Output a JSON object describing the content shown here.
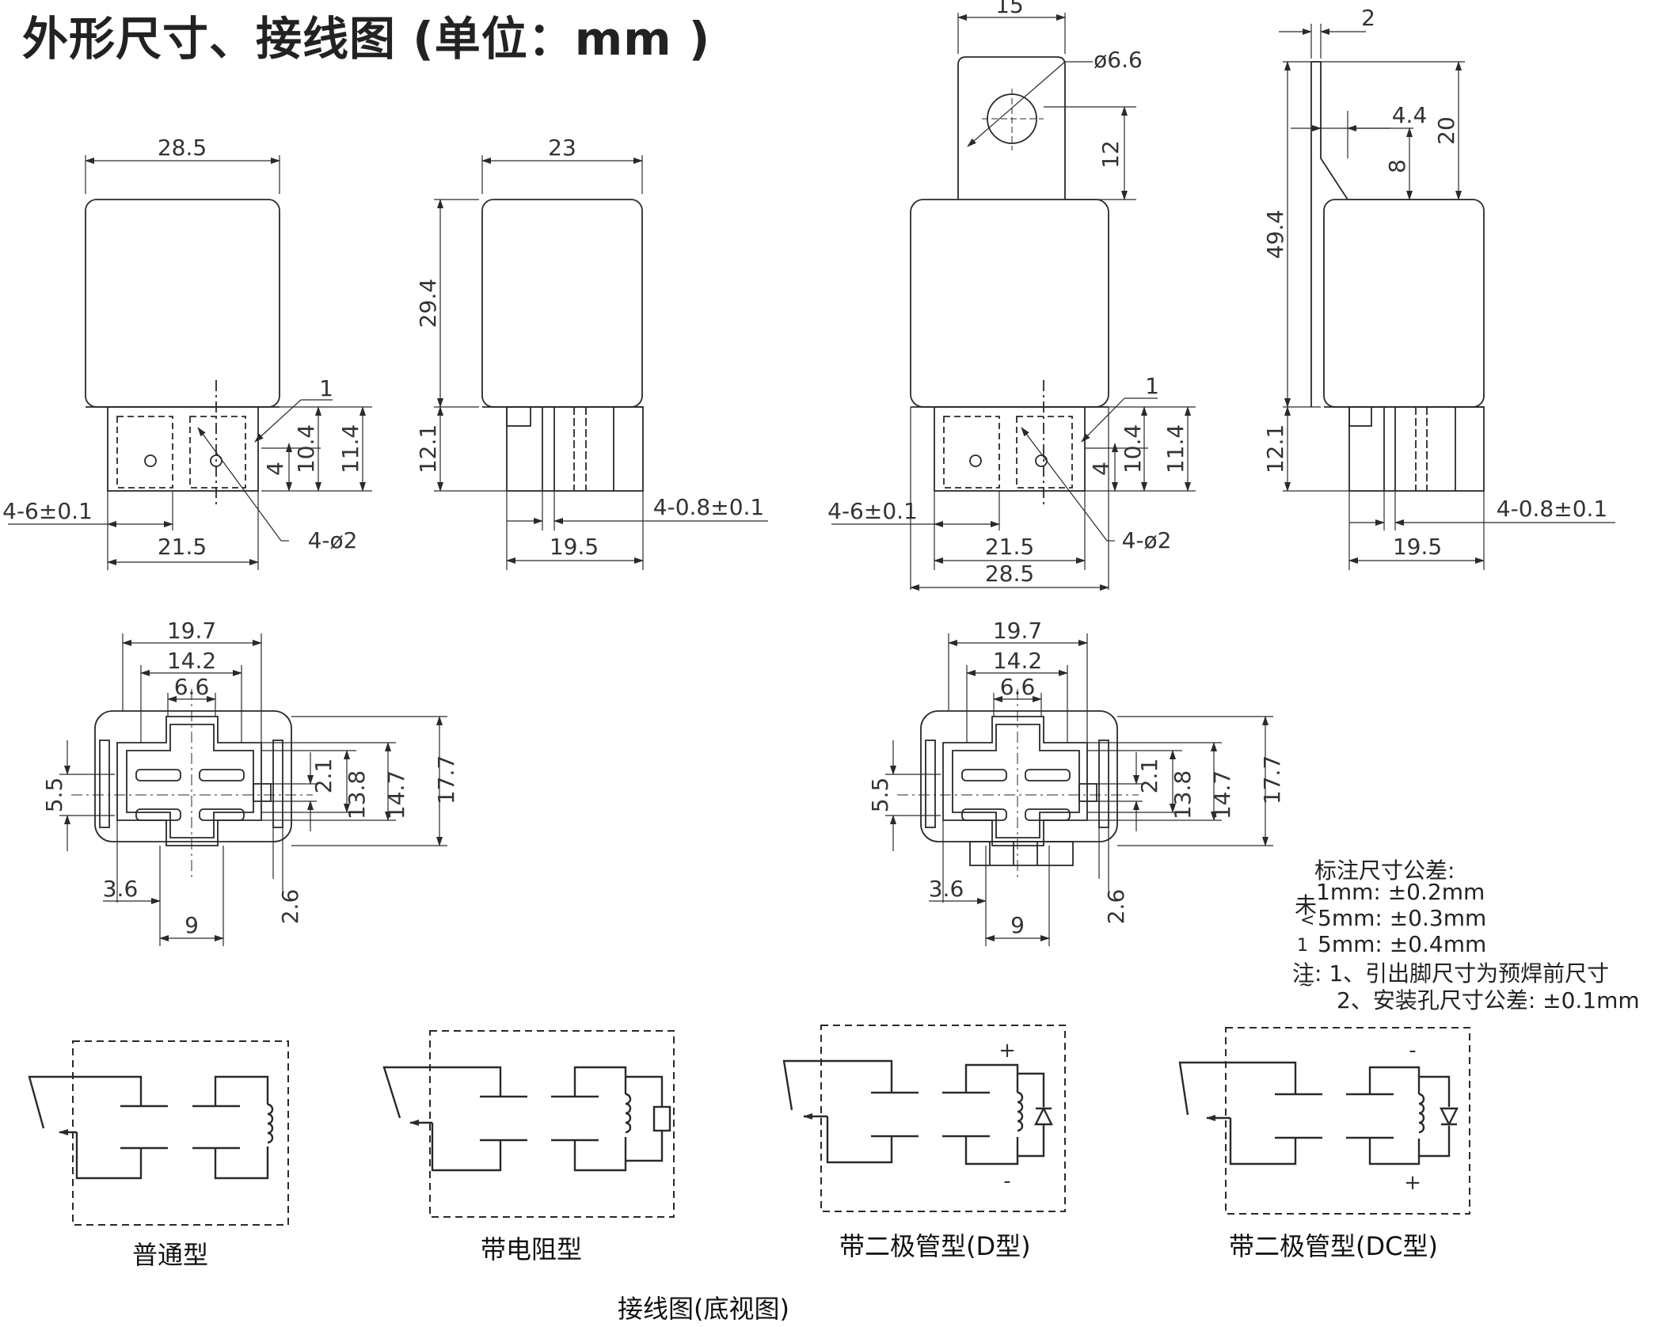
{
  "page_title": "外形尺寸、接线图 (单位：mm )",
  "dimensions": {
    "front_width": "28.5",
    "side_width": "23",
    "body_height": "29.4",
    "pin_height": "12.1",
    "pin_1": "1",
    "dim_10_4": "10.4",
    "dim_11_4": "11.4",
    "dim_4": "4",
    "pin_width": "4-6±0.1",
    "pin_hole": "4-ø2",
    "pin_spacing": "21.5",
    "pin_thickness": "4-0.8±0.1",
    "side_pin_spacing": "19.5",
    "bracket_width": "15",
    "bracket_hole": "ø6.6",
    "bracket_hole_height": "12",
    "bracket_thickness": "2",
    "bracket_offset": "4.4",
    "bracket_height": "20",
    "bracket_bend": "8",
    "total_height": "49.4",
    "bottom_19_7": "19.7",
    "bottom_14_2": "14.2",
    "bottom_6_6": "6.6",
    "bottom_5_5": "5.5",
    "bottom_2_1": "2.1",
    "bottom_13_8": "13.8",
    "bottom_14_7": "14.7",
    "bottom_17_7": "17.7",
    "bottom_3_6": "3.6",
    "bottom_9": "9",
    "bottom_2_6": "2.6"
  },
  "tolerance_notes": [
    "标注尺寸公差:",
    "1mm: ±0.2mm",
    "5mm: ±0.3mm",
    "5mm: ±0.4mm",
    "注: 1、引出脚尺寸为预焊前尺寸",
    "2、安装孔尺寸公差: ±0.1mm"
  ],
  "tolerance_marks": [
    "未",
    "<",
    "1",
    "~"
  ],
  "wiring_types": [
    {
      "label": "普通型",
      "plus": "",
      "minus": ""
    },
    {
      "label": "带电阻型",
      "plus": "",
      "minus": ""
    },
    {
      "label": "带二极管型(D型)",
      "plus": "+",
      "minus": "-"
    },
    {
      "label": "带二极管型(DC型)",
      "plus": "+",
      "minus": "-"
    }
  ],
  "wiring_caption": "接线图(底视图)",
  "colors": {
    "line": "#2a2a2a",
    "text": "#333333"
  }
}
